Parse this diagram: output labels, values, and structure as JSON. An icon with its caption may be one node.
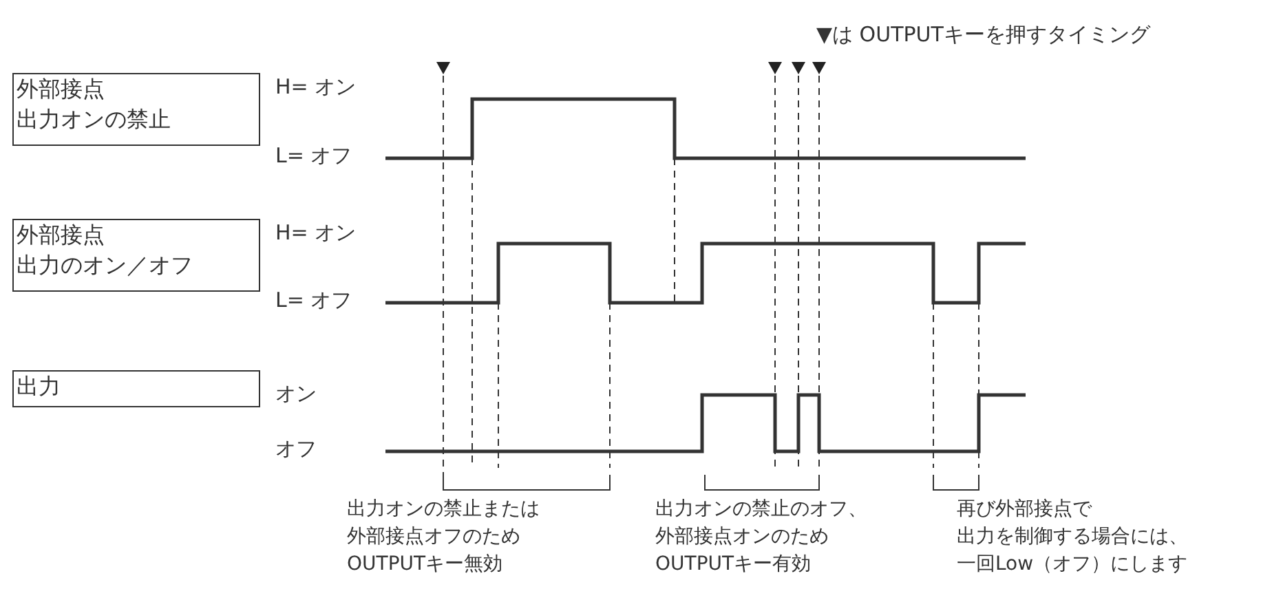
{
  "diagram": {
    "nodes": [
      {
        "text": [
          "外部接点出力オンの禁止"
        ]
      },
      {
        "text": [
          "外部接点出力のオン／オフ"
        ]
      },
      {
        "text": [
          "出力"
        ]
      }
    ],
    "labels": [
      "▼は OUTPUTキーを押すタイミング",
      "H= オン",
      "L= オフ",
      "H= オン",
      "L= オフ",
      "オン",
      "オフ",
      "出力オンの禁止または外部接点オフのためOUTPUTキー無効",
      "出力オンの禁止のオフ、外部接点オンのためOUTPUTキー有効",
      "再び外部接点で出力を制御する場合には、一回Low（オフ）にします"
    ]
  }
}
